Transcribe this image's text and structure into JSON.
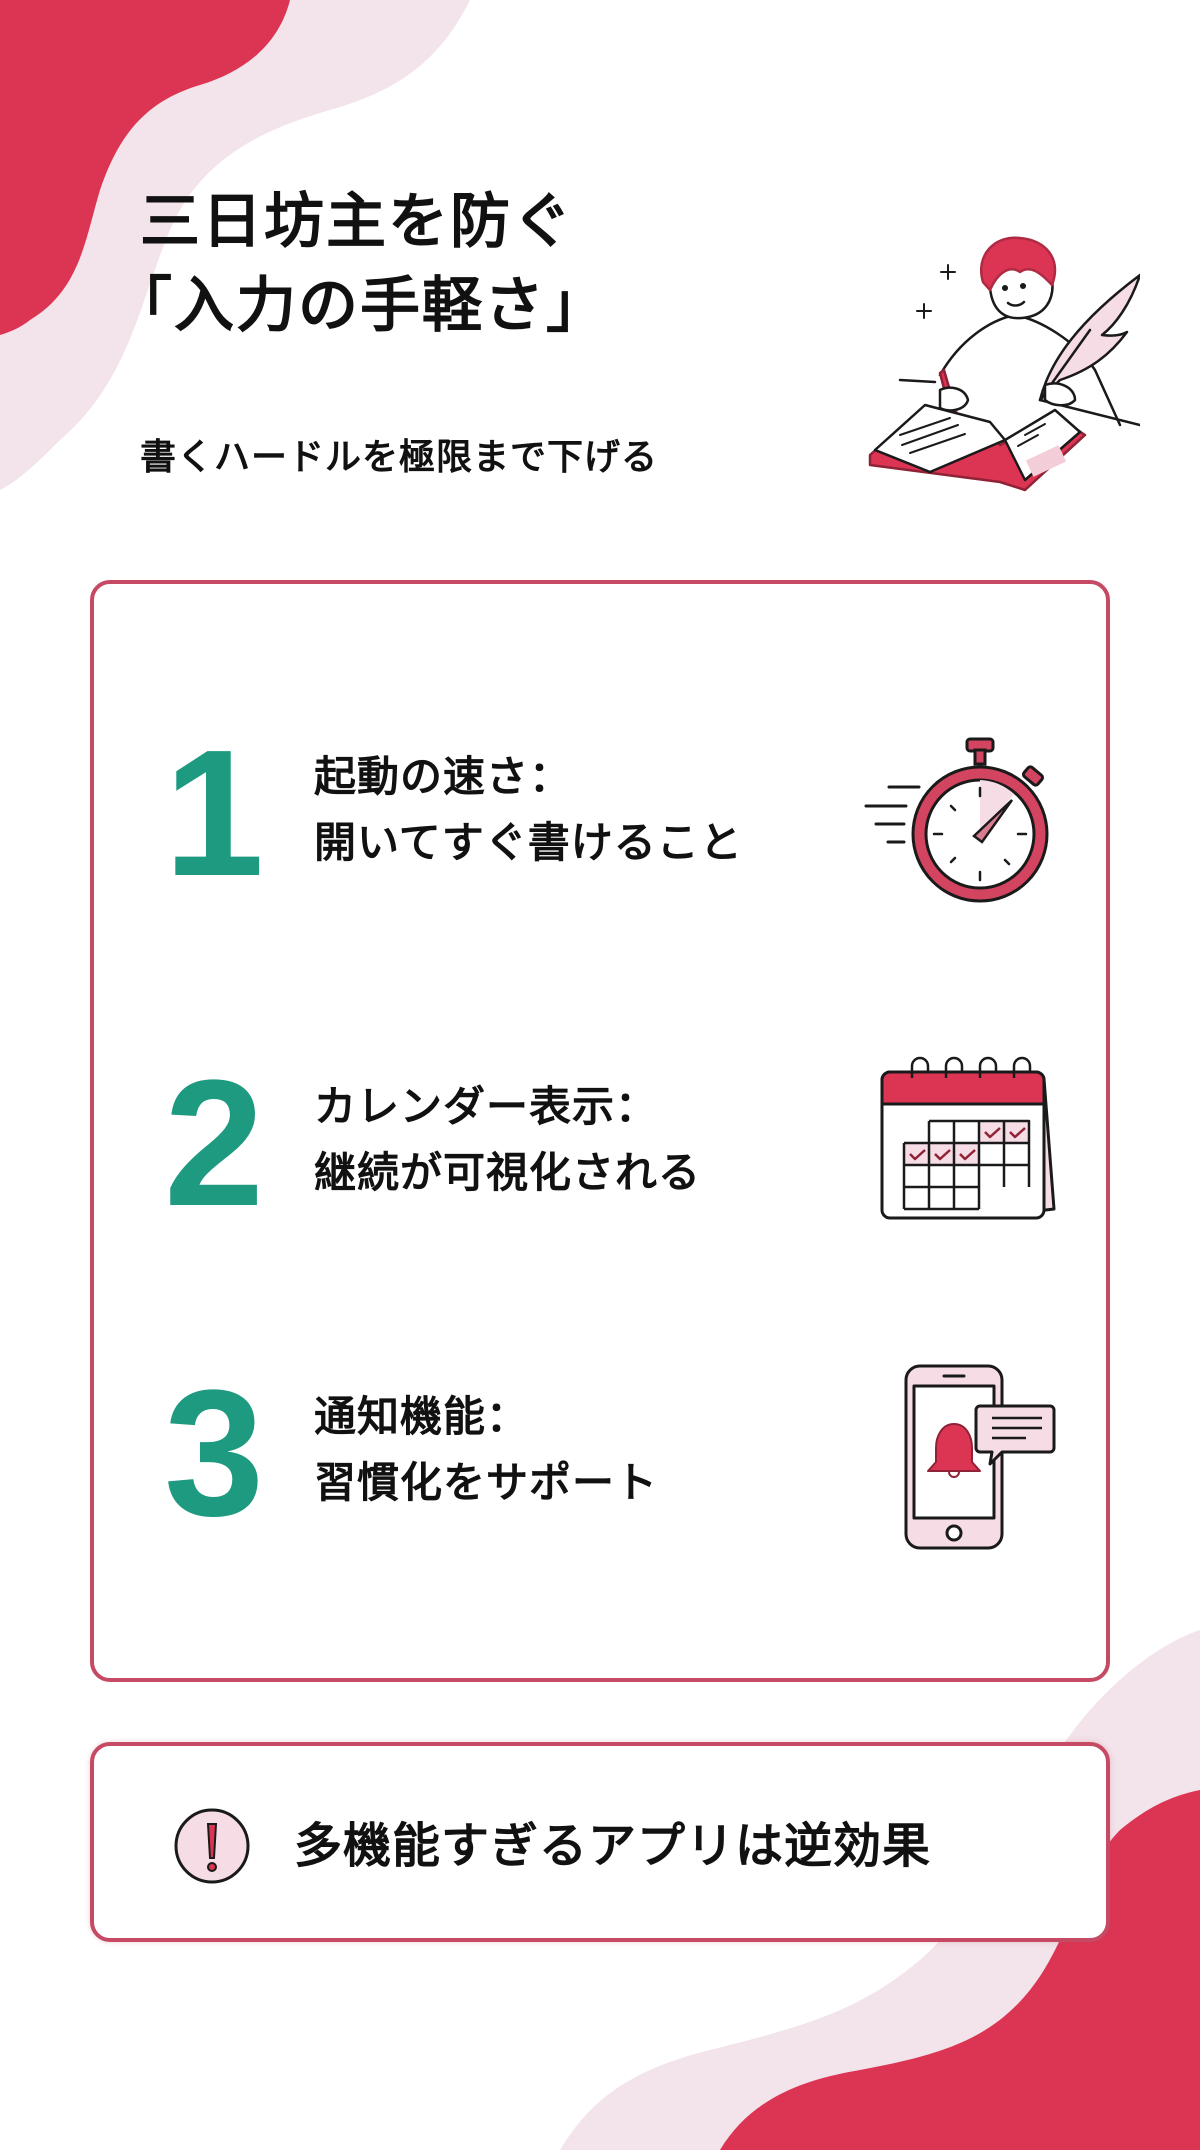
{
  "colors": {
    "accent_red": "#db3553",
    "accent_pink": "#f3e3ea",
    "border": "#c64a63",
    "number_green": "#1e9a80",
    "text": "#111111"
  },
  "header": {
    "title_line1": "三日坊主を防ぐ",
    "title_line2": "「入力の手軽さ」",
    "subtitle": "書くハードルを極限まで下げる",
    "illustration": "person-writing-in-notebook-with-quill"
  },
  "items": [
    {
      "number": "1",
      "line1": "起動の速さ：",
      "line2": "開いてすぐ書けること",
      "icon": "stopwatch-icon"
    },
    {
      "number": "2",
      "line1": "カレンダー表示：",
      "line2": "継続が可視化される",
      "icon": "calendar-icon"
    },
    {
      "number": "3",
      "line1": "通知機能：",
      "line2": "習慣化をサポート",
      "icon": "phone-notification-icon"
    }
  ],
  "warning": {
    "icon": "exclamation-icon",
    "text": "多機能すぎるアプリは逆効果"
  }
}
